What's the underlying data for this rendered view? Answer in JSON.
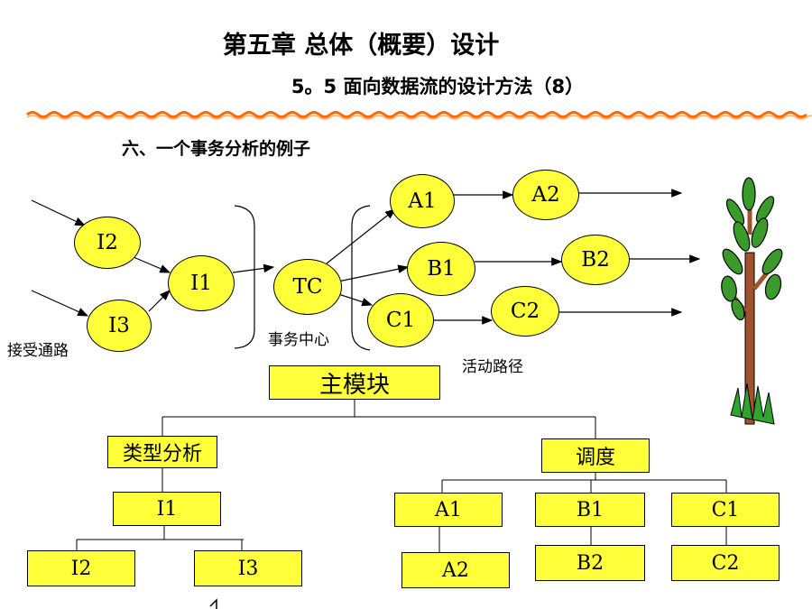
{
  "header": {
    "title": "第五章 总体（概要）设计",
    "subtitle": "5。5 面向数据流的设计方法（8）"
  },
  "section": {
    "heading": "六、一个事务分析的例子"
  },
  "flow": {
    "nodes": {
      "i2": "I2",
      "i3": "I3",
      "i1": "I1",
      "tc": "TC",
      "a1": "A1",
      "a2": "A2",
      "b1": "B1",
      "b2": "B2",
      "c1": "C1",
      "c2": "C2"
    },
    "labels": {
      "receive_path": "接受通路",
      "transaction_center": "事务中心",
      "activity_path": "活动路径"
    }
  },
  "hierarchy": {
    "main_module": "主模块",
    "type_analysis": "类型分析",
    "dispatch": "调度",
    "i1": "I1",
    "i2": "I2",
    "i3": "I3",
    "a1": "A1",
    "a2": "A2",
    "b1": "B1",
    "b2": "B2",
    "c1": "C1",
    "c2": "C2"
  },
  "colors": {
    "node_fill": "#ffff3a",
    "rule": "#ff6a00",
    "diamond": "#33cc99"
  },
  "decoration": {
    "tree": "tree-icon"
  }
}
